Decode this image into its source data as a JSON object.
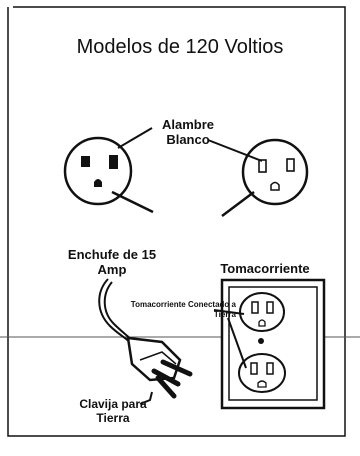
{
  "title": "Modelos de 120 Voltios",
  "labels": {
    "white_wire": "Alambre Blanco",
    "plug": "Enchufe de 15 Amp",
    "receptacle": "Tomacorriente",
    "grounded_receptacle": "Tomacorriente Conectado a Tierra",
    "ground_pin": "Clavija para Tierra"
  },
  "colors": {
    "ink": "#111111",
    "paper": "#ffffff"
  }
}
